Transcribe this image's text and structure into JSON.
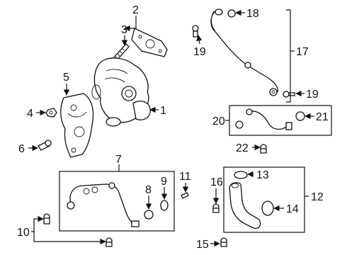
{
  "callouts": {
    "c1": "1",
    "c2": "2",
    "c3": "3",
    "c4": "4",
    "c5": "5",
    "c6": "6",
    "c7": "7",
    "c8": "8",
    "c9": "9",
    "c10": "10",
    "c11": "11",
    "c12": "12",
    "c13": "13",
    "c14": "14",
    "c15": "15",
    "c16": "16",
    "c17": "17",
    "c18": "18",
    "c19a": "19",
    "c19b": "19",
    "c20": "20",
    "c21": "21",
    "c22": "22"
  },
  "colors": {
    "line": "#111111",
    "background": "#ffffff"
  }
}
